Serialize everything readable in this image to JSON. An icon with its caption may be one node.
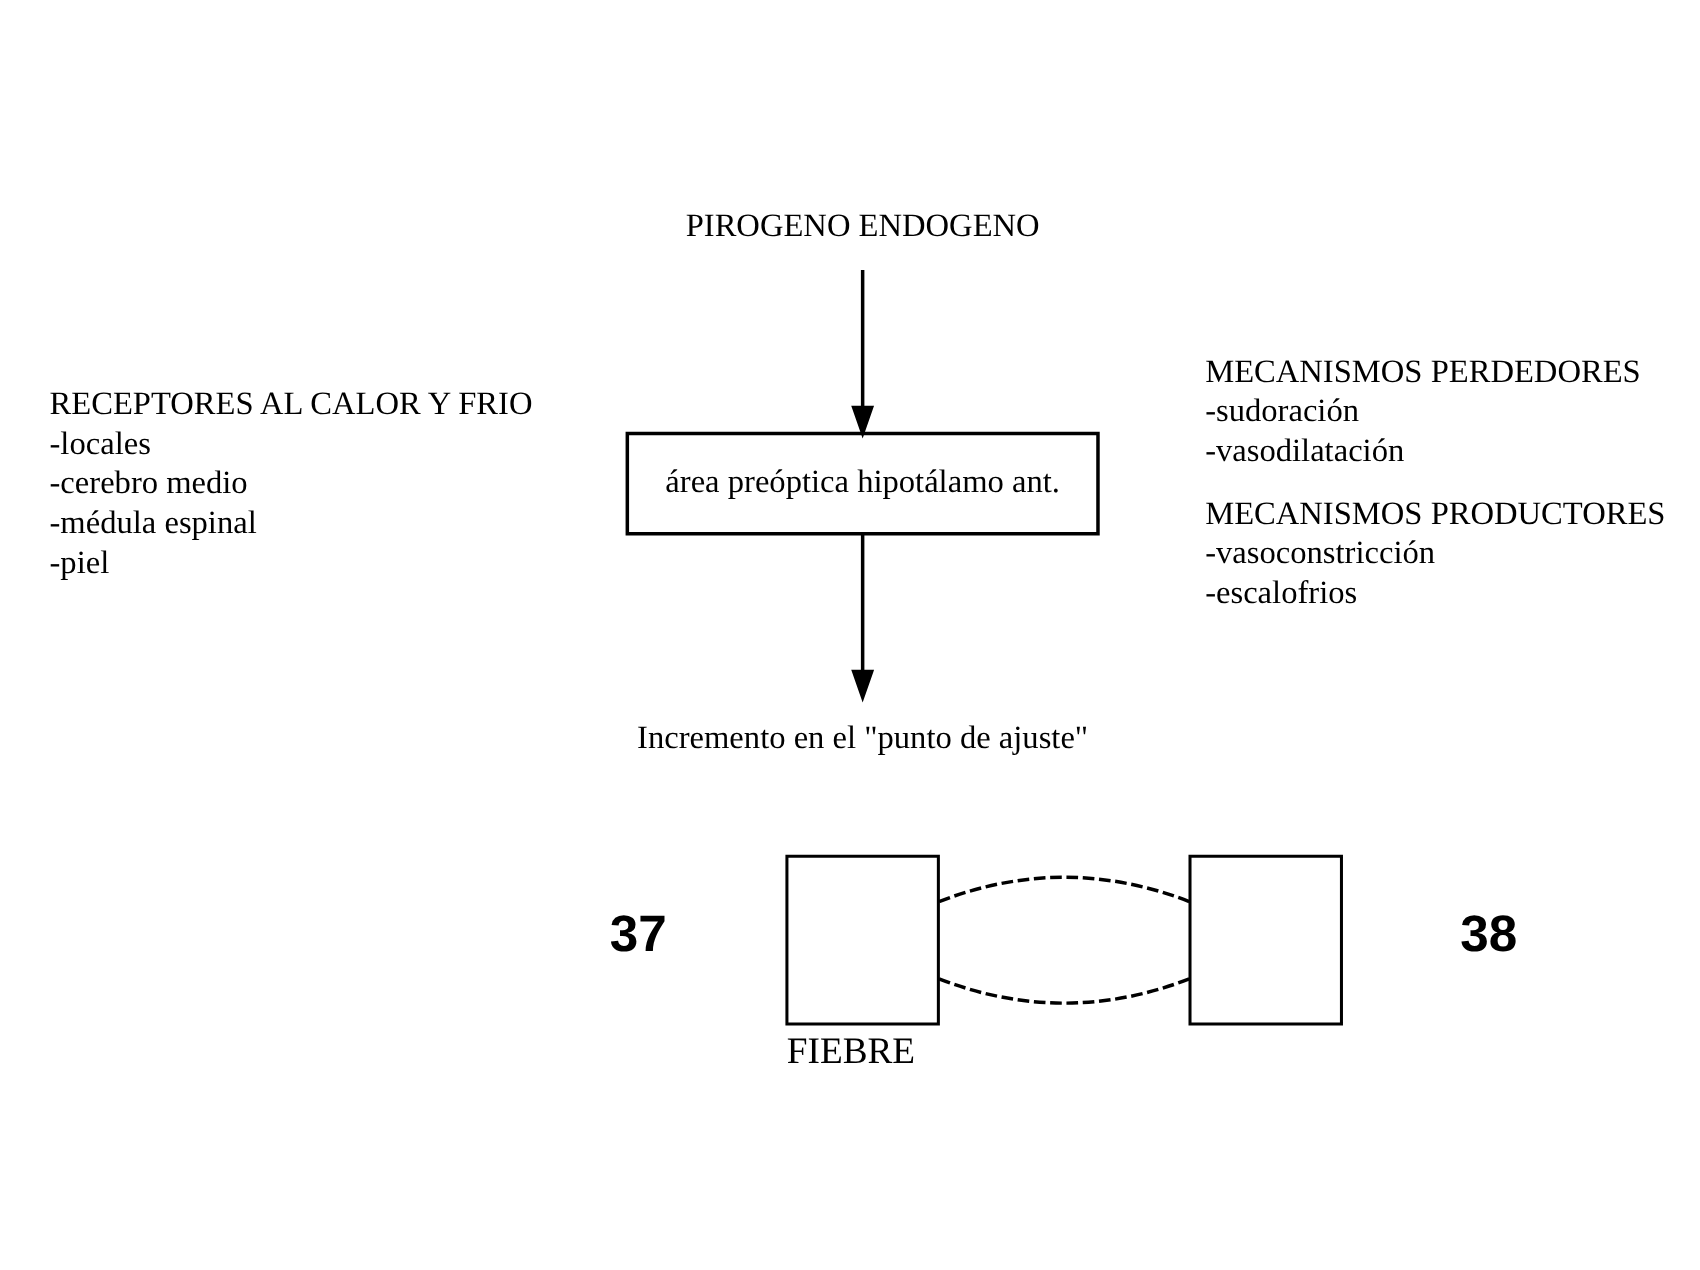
{
  "diagram": {
    "caption": "FIEBRE",
    "nodes": [
      {
        "text": [
          "PIROGENO ENDOGENO"
        ]
      },
      {
        "text": [
          "área preóptica hipotálamo ant."
        ]
      },
      {
        "text": [
          "Incremento en el \"punto de ajuste\""
        ]
      },
      {
        "text": [],
        "shape": "box",
        "beside": [
          "37"
        ]
      },
      {
        "text": [],
        "shape": "box",
        "beside": [
          "38"
        ]
      }
    ],
    "edges": [
      {
        "from": 0,
        "to": 1,
        "arrow": "to"
      },
      {
        "from": 1,
        "to": 2,
        "arrow": "to"
      },
      {
        "from": 3,
        "to": 4,
        "arrow": "none",
        "style": "dashed"
      },
      {
        "from": 3,
        "to": 4,
        "arrow": "none",
        "style": "dashed"
      }
    ],
    "labels": [
      "RECEPTORES AL CALOR Y FRIO",
      "-locales",
      "-cerebro medio",
      "-médula espinal",
      "-piel",
      "MECANISMOS PERDEDORES",
      "-sudoración",
      "-vasodilatación",
      "MECANISMOS PRODUCTORES",
      "-vasoconstricción",
      "-escalofrios"
    ]
  }
}
